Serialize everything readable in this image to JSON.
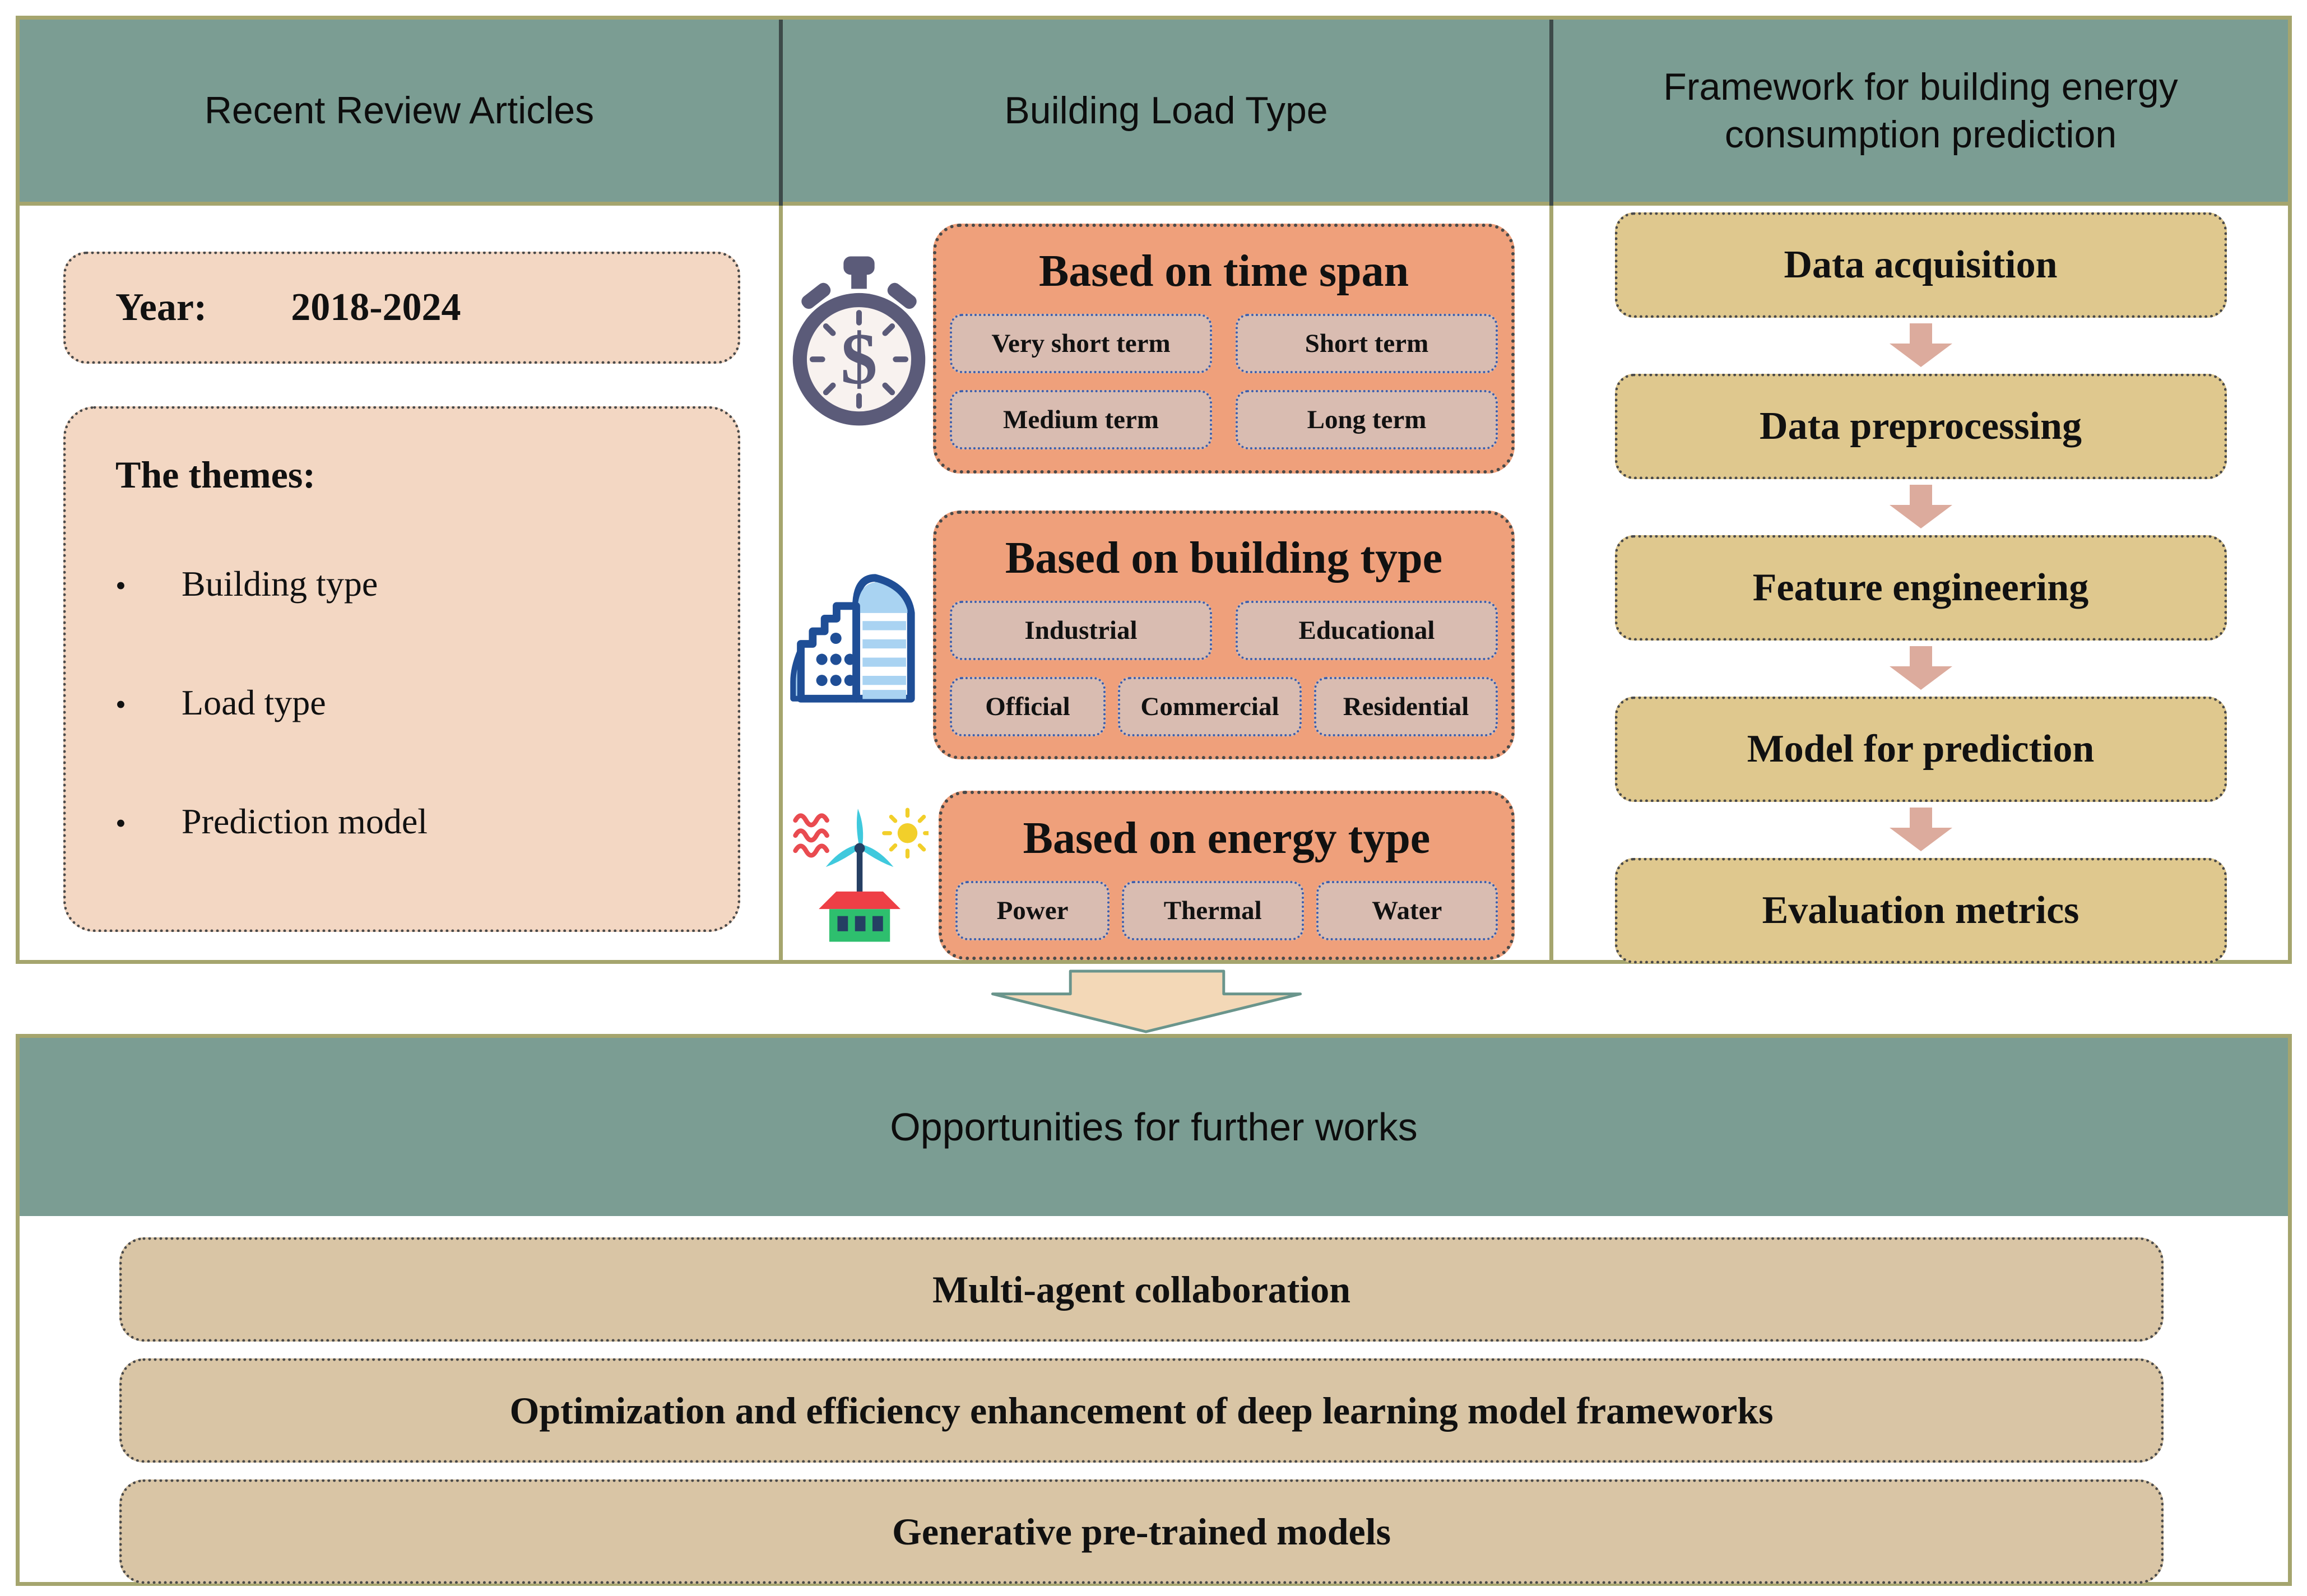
{
  "ui": {
    "bullet": "•"
  },
  "columns": {
    "reviews": {
      "header": "Recent Review Articles",
      "year_label": "Year:",
      "year_value": "2018-2024",
      "themes_title": "The themes:",
      "themes": [
        "Building type",
        "Load type",
        "Prediction model"
      ]
    },
    "load_type": {
      "header": "Building Load Type",
      "groups": [
        {
          "icon": "stopwatch-dollar-icon",
          "title": "Based on time span",
          "items": [
            "Very short term",
            "Short term",
            "Medium term",
            "Long term"
          ]
        },
        {
          "icon": "city-buildings-icon",
          "title": "Based on building type",
          "items": [
            "Industrial",
            "Educational",
            "Official",
            "Commercial",
            "Residential"
          ]
        },
        {
          "icon": "renewable-energy-icon",
          "title": "Based on energy type",
          "items": [
            "Power",
            "Thermal",
            "Water"
          ]
        }
      ]
    },
    "framework": {
      "header": "Framework for building energy consumption prediction",
      "steps": [
        "Data acquisition",
        "Data preprocessing",
        "Feature engineering",
        "Model for prediction",
        "Evaluation metrics"
      ]
    }
  },
  "bottom": {
    "header": "Opportunities for further works",
    "items": [
      "Multi-agent collaboration",
      "Optimization and efficiency enhancement of deep learning model frameworks",
      "Generative pre-trained models"
    ]
  },
  "colors": {
    "header_green": "#7b9d93",
    "panel_border_olive": "#a5a56e",
    "header_divider_dark": "#3d4a49",
    "review_box_pink": "#f3d7c3",
    "category_orange": "#efa07b",
    "subitem_pink": "#d9bcb1",
    "subitem_border_blue": "#3a5dae",
    "framework_khaki": "#dfc88e",
    "opportunity_tan": "#d9c5a5",
    "flow_arrow_pink": "#dcab9d",
    "big_arrow_fill": "#f3d8b7",
    "big_arrow_stroke": "#6a958c"
  }
}
